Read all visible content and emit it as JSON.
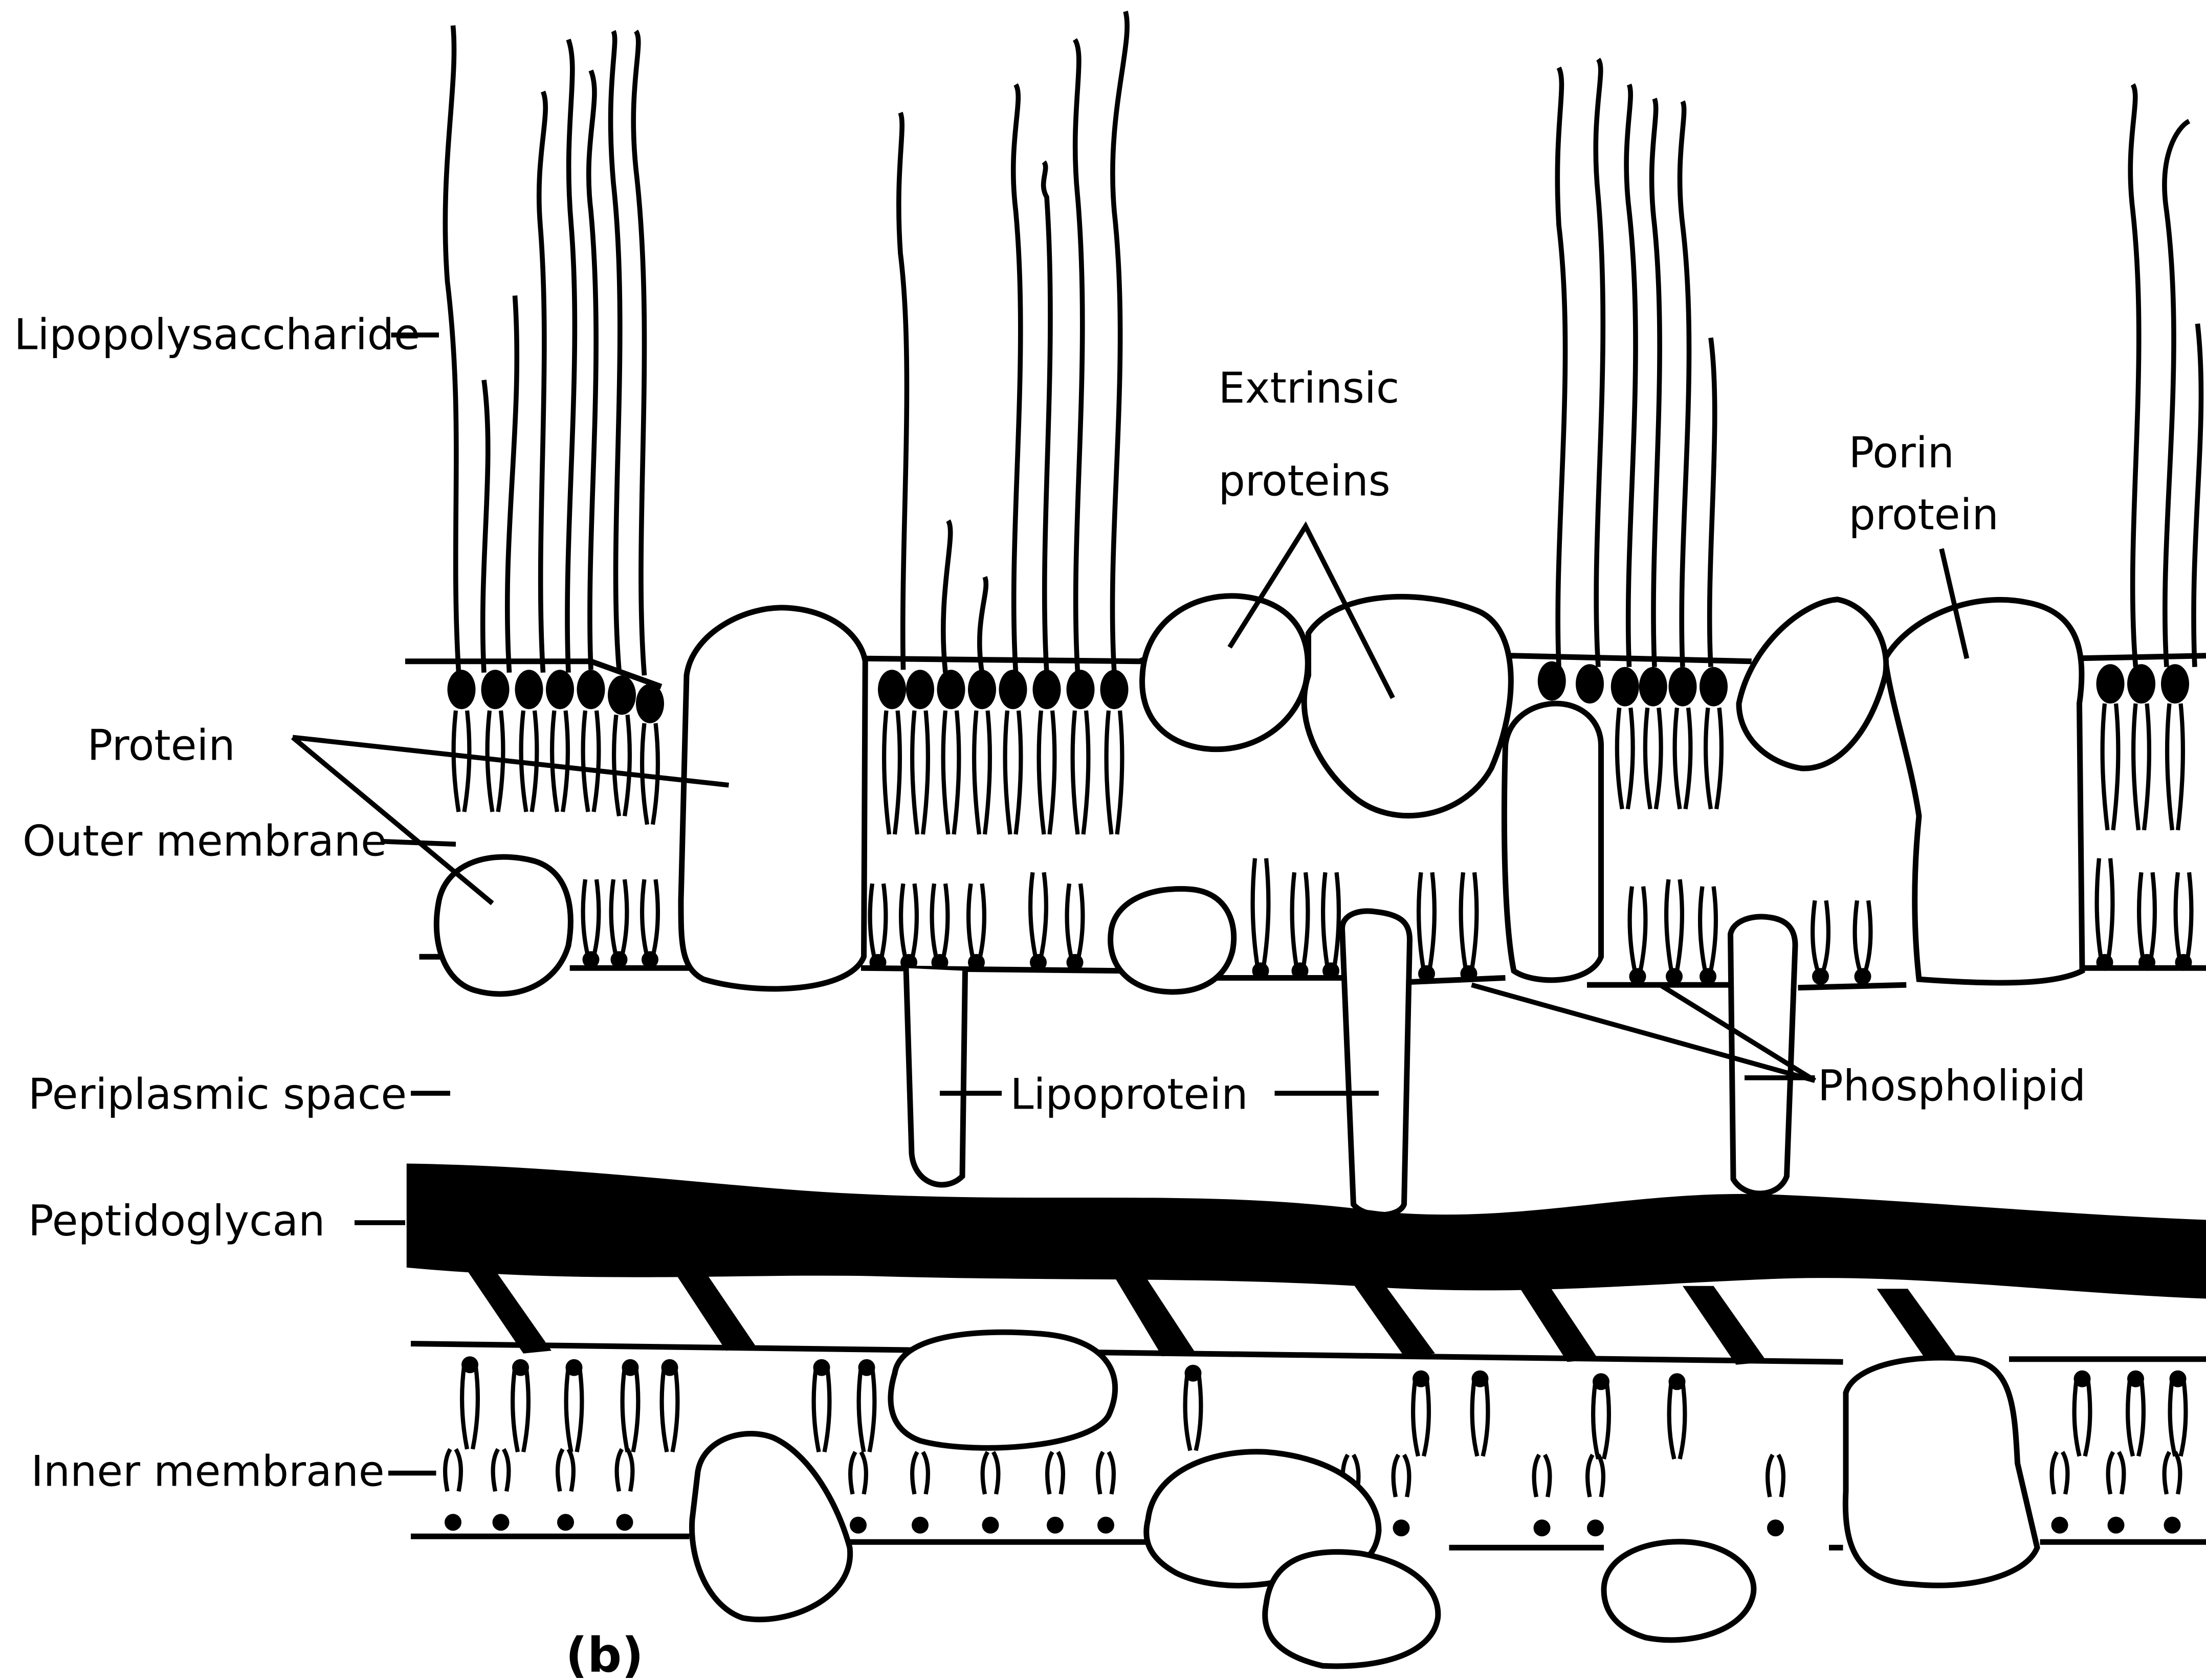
{
  "labels": {
    "lipopolysaccharide": "Lipopolysaccharide",
    "extrinsic_line1": "Extrinsic",
    "extrinsic_line2": "proteins",
    "porin_line1": "Porin",
    "porin_line2": "protein",
    "protein": "Protein",
    "outer_membrane": "Outer membrane",
    "periplasmic_space": "Periplasmic space",
    "lipoprotein": "Lipoprotein",
    "phospholipid": "Phospholipid",
    "peptidoglycan": "Peptidoglycan",
    "inner_membrane": "Inner membrane",
    "panel": "(b)"
  },
  "colors": {
    "ink": "#000000",
    "paper": "#ffffff"
  }
}
